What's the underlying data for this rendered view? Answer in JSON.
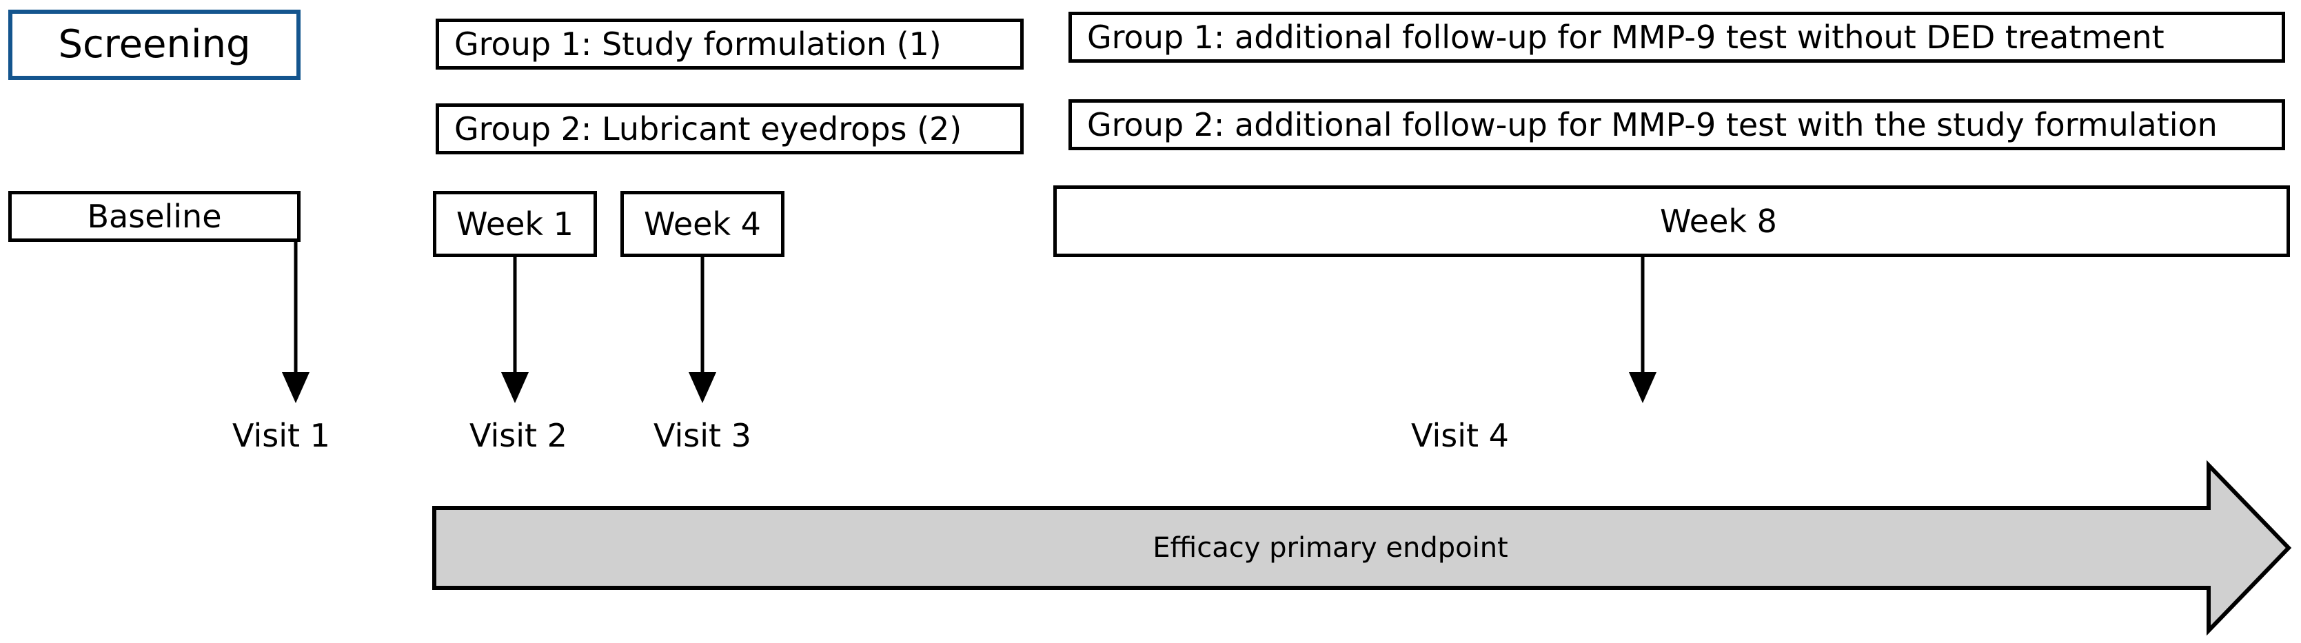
{
  "diagram": {
    "type": "clinical-trial-flow",
    "boxes": {
      "screening": {
        "label": "Screening",
        "border_color": "#14558E"
      },
      "baseline": {
        "label": "Baseline"
      },
      "group1_treatment": {
        "label": "Group 1: Study formulation (1)"
      },
      "group2_treatment": {
        "label": "Group 2: Lubricant eyedrops (2)"
      },
      "group1_followup": {
        "label": "Group 1: additional follow-up for MMP-9 test without DED treatment"
      },
      "group2_followup": {
        "label": "Group 2: additional follow-up for MMP-9 test with the study formulation"
      },
      "week1": {
        "label": "Week 1"
      },
      "week4": {
        "label": "Week 4"
      },
      "week8": {
        "label": "Week 8"
      }
    },
    "visits": [
      {
        "label": "Visit 1"
      },
      {
        "label": "Visit 2"
      },
      {
        "label": "Visit 3"
      },
      {
        "label": "Visit 4"
      }
    ],
    "banner": {
      "label": "Efficacy primary endpoint",
      "fill_color": "#D0D0D0",
      "stroke_color": "#000000"
    }
  }
}
